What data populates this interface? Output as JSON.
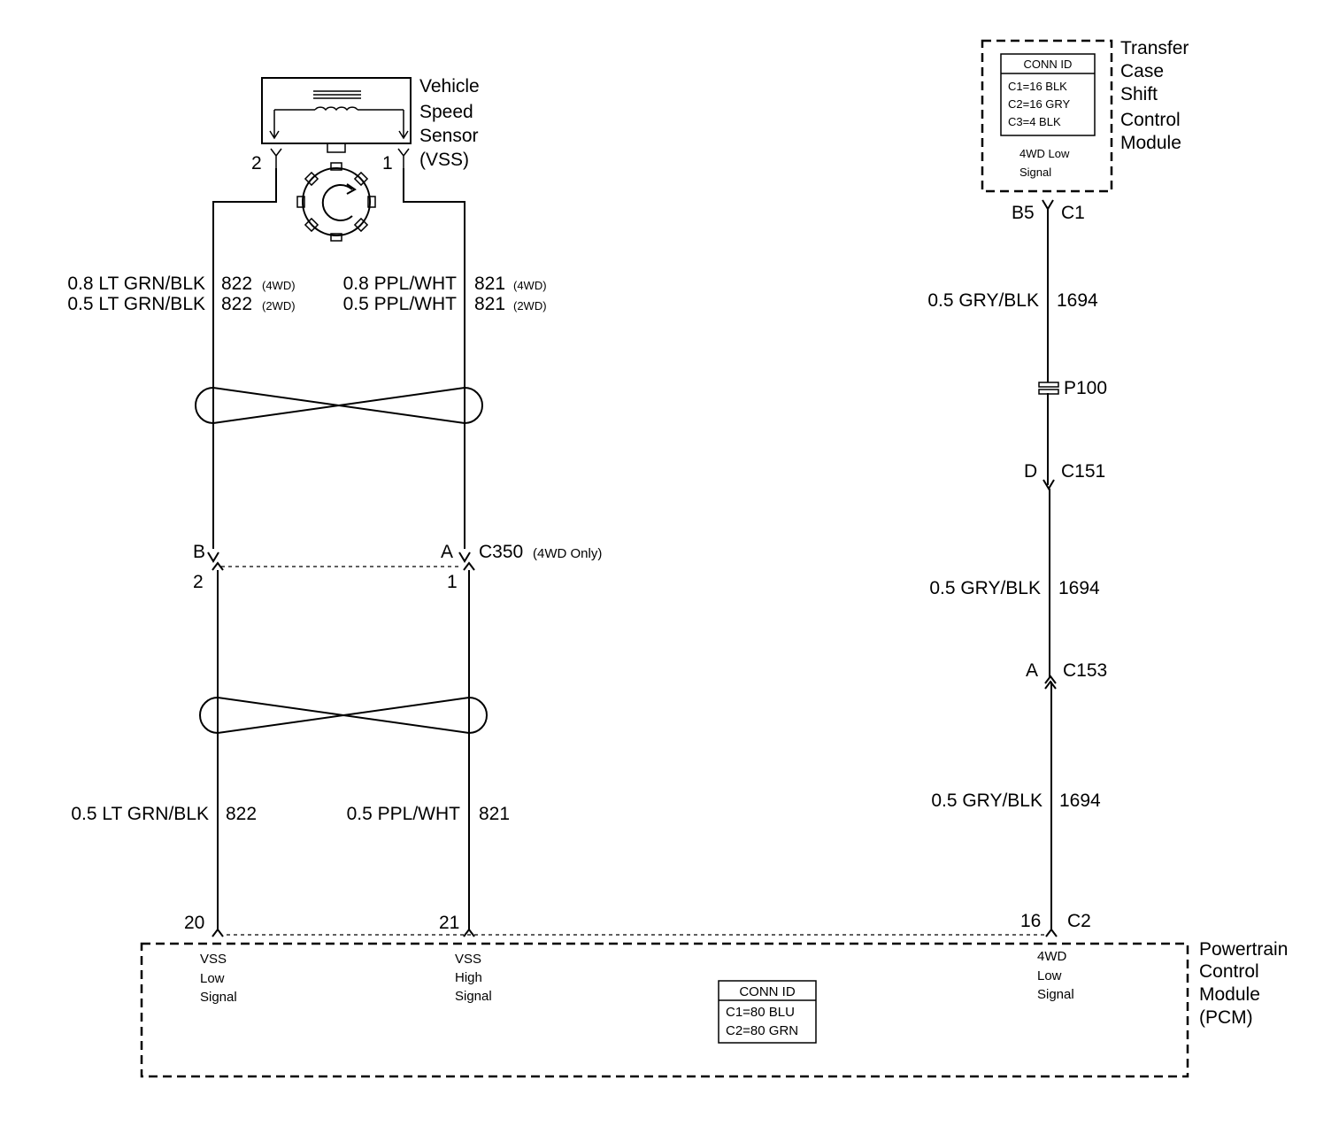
{
  "vss": {
    "name_lines": [
      "Vehicle",
      "Speed",
      "Sensor",
      "(VSS)"
    ],
    "pin_left": "2",
    "pin_right": "1"
  },
  "tccm": {
    "name_lines": [
      "Transfer",
      "Case",
      "Shift",
      "Control",
      "Module"
    ],
    "conn_title": "CONN ID",
    "conn_lines": [
      "C1=16 BLK",
      "C2=16 GRY",
      "C3=4 BLK"
    ],
    "signal_lines": [
      "4WD Low",
      "Signal"
    ],
    "pin": "B5",
    "connector": "C1"
  },
  "left_wires": {
    "w822": [
      {
        "text": "0.8 LT GRN/BLK",
        "circuit": "822",
        "note": "(4WD)"
      },
      {
        "text": "0.5 LT GRN/BLK",
        "circuit": "822",
        "note": "(2WD)"
      }
    ],
    "w821": [
      {
        "text": "0.8 PPL/WHT",
        "circuit": "821",
        "note": "(4WD)"
      },
      {
        "text": "0.5 PPL/WHT",
        "circuit": "821",
        "note": "(2WD)"
      }
    ],
    "c350": {
      "name": "C350",
      "note": "(4WD Only)",
      "pin_b": "B",
      "pin_a": "A",
      "pin_2": "2",
      "pin_1": "1"
    },
    "lower_822": {
      "text": "0.5 LT GRN/BLK",
      "circuit": "822"
    },
    "lower_821": {
      "text": "0.5 PPL/WHT",
      "circuit": "821"
    }
  },
  "right_wire": {
    "seg1": {
      "text": "0.5 GRY/BLK",
      "circuit": "1694"
    },
    "splice": "P100",
    "c151": {
      "pin": "D",
      "name": "C151"
    },
    "seg2": {
      "text": "0.5 GRY/BLK",
      "circuit": "1694"
    },
    "c153": {
      "pin": "A",
      "name": "C153"
    },
    "seg3": {
      "text": "0.5 GRY/BLK",
      "circuit": "1694"
    }
  },
  "pcm": {
    "name_lines": [
      "Powertrain",
      "Control",
      "Module",
      "(PCM)"
    ],
    "pin_20": "20",
    "pin_21": "21",
    "pin_16": "16",
    "connector": "C2",
    "vss_low_lines": [
      "VSS",
      "Low",
      "Signal"
    ],
    "vss_high_lines": [
      "VSS",
      "High",
      "Signal"
    ],
    "fwd_low_lines": [
      "4WD",
      "Low",
      "Signal"
    ],
    "conn_title": "CONN ID",
    "conn_lines": [
      "C1=80 BLU",
      "C2=80 GRN"
    ]
  }
}
